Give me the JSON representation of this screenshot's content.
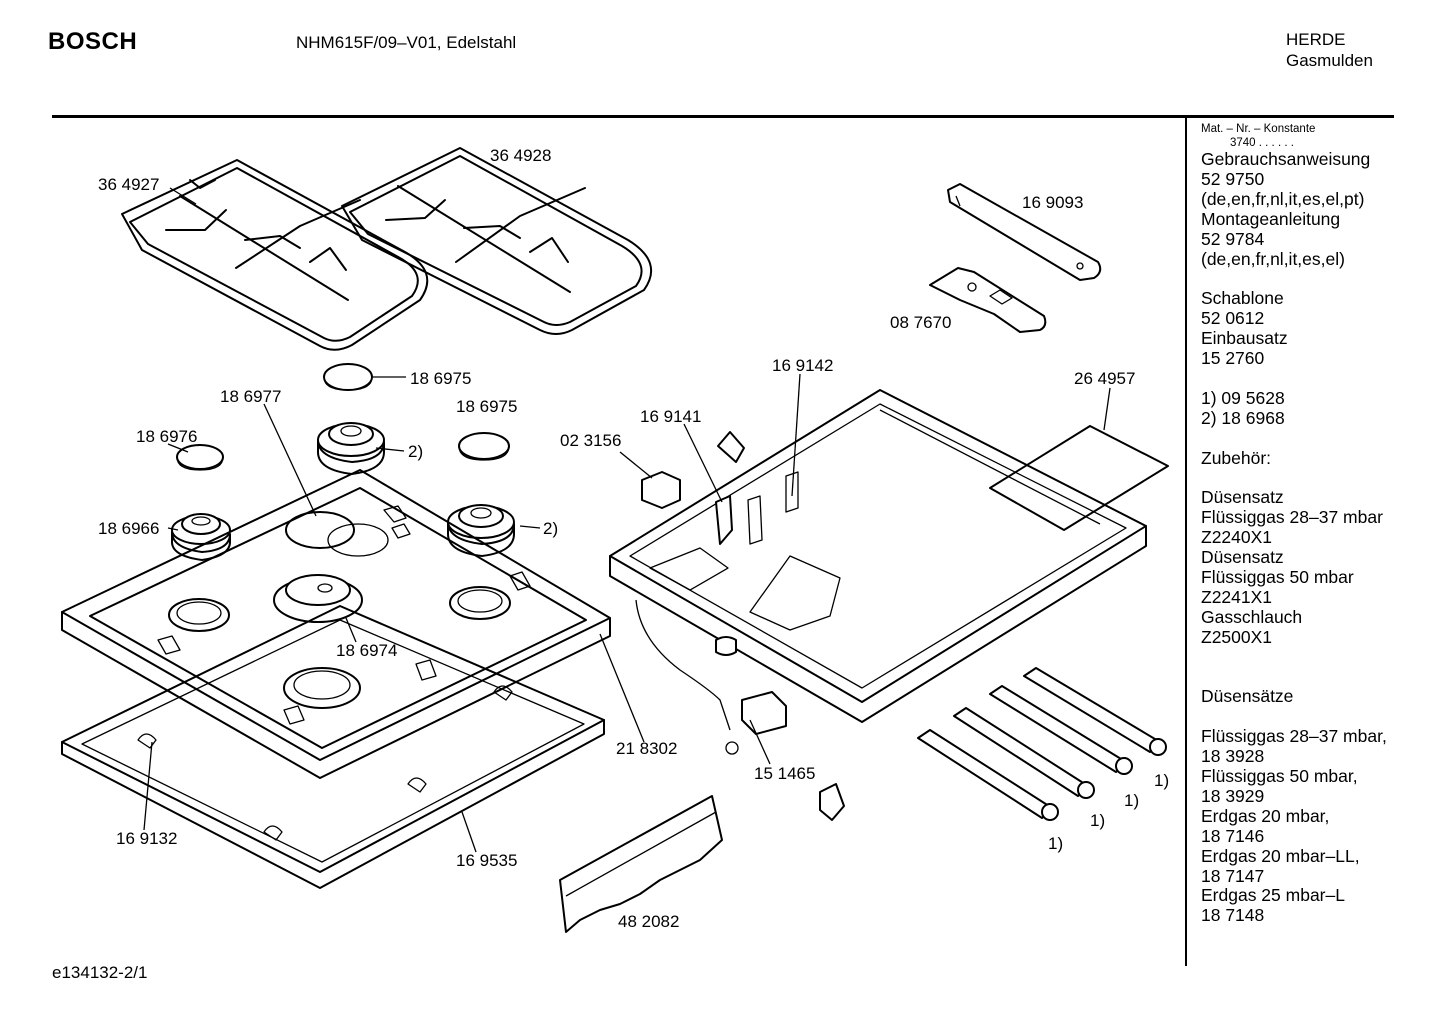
{
  "header": {
    "brand": "BOSCH",
    "model": "NHM615F/09–V01, Edelstahl",
    "category_line1": "HERDE",
    "category_line2": "Gasmulden"
  },
  "footer": {
    "drawing_id": "e134132-2/1"
  },
  "sidebar": {
    "mat_label": "Mat. – Nr. – Konstante",
    "mat_dots": "3740  .  .   .  .  .  .",
    "lines": [
      "Gebrauchsanweisung",
      "52 9750",
      "(de,en,fr,nl,it,es,el,pt)",
      "Montageanleitung",
      "52 9784",
      "(de,en,fr,nl,it,es,el)",
      "",
      "Schablone",
      "52 0612",
      "Einbausatz",
      "15 2760",
      "",
      "1)  09 5628",
      "2)  18 6968",
      "",
      "Zubehör:",
      "",
      "Düsensatz",
      "Flüssiggas 28–37 mbar",
      "Z2240X1",
      "Düsensatz",
      "Flüssiggas 50 mbar",
      "Z2241X1",
      "Gasschlauch",
      "Z2500X1",
      "",
      "",
      "Düsensätze",
      "",
      "Flüssiggas 28–37 mbar,",
      "18 3928",
      "Flüssiggas 50 mbar,",
      "18 3929",
      "Erdgas 20 mbar,",
      "18 7146",
      "Erdgas 20 mbar–LL,",
      "18 7147",
      "Erdgas 25 mbar–L",
      "18 7148"
    ]
  },
  "parts": [
    {
      "id": "p364927",
      "label": "36 4927"
    },
    {
      "id": "p364928",
      "label": "36 4928"
    },
    {
      "id": "p169093",
      "label": "16 9093"
    },
    {
      "id": "p087670",
      "label": "08 7670"
    },
    {
      "id": "p186975a",
      "label": "18 6975"
    },
    {
      "id": "p186977",
      "label": "18 6977"
    },
    {
      "id": "p186975b",
      "label": "18 6975"
    },
    {
      "id": "p169142",
      "label": "16 9142"
    },
    {
      "id": "p264957",
      "label": "26 4957"
    },
    {
      "id": "p186976",
      "label": "18 6976"
    },
    {
      "id": "p169141",
      "label": "16 9141"
    },
    {
      "id": "p023156",
      "label": "02 3156"
    },
    {
      "id": "p186966",
      "label": "18 6966"
    },
    {
      "id": "p186974",
      "label": "18 6974"
    },
    {
      "id": "p218302",
      "label": "21 8302"
    },
    {
      "id": "p151465",
      "label": "15 1465"
    },
    {
      "id": "p169132",
      "label": "16 9132"
    },
    {
      "id": "p169535",
      "label": "16 9535"
    },
    {
      "id": "p482082",
      "label": "48 2082"
    }
  ],
  "notes": {
    "two_a": "2)",
    "two_b": "2)",
    "one_a": "1)",
    "one_b": "1)",
    "one_c": "1)",
    "one_d": "1)"
  }
}
